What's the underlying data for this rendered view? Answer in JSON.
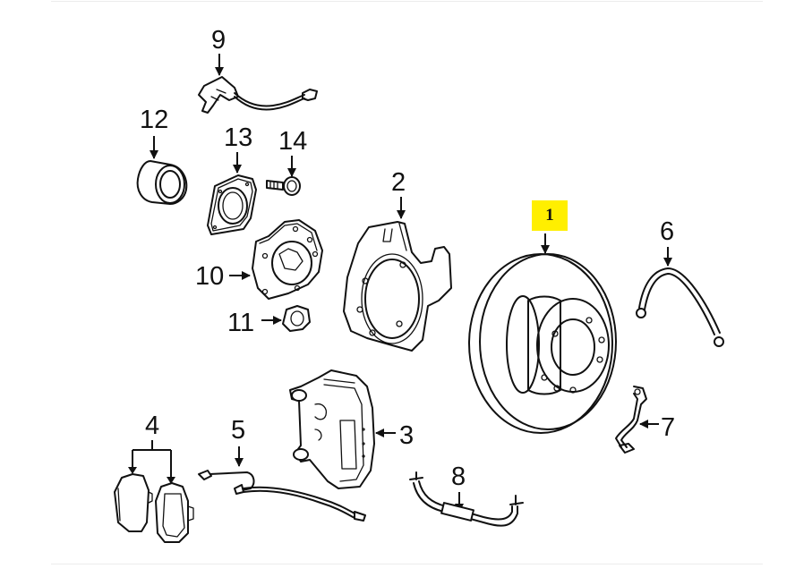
{
  "diagram": {
    "title_hidden": null,
    "highlight_color": "#ffef00",
    "highlighted_part": "1",
    "callouts": {
      "p1": "1",
      "p2": "2",
      "p3": "3",
      "p4": "4",
      "p5": "5",
      "p6": "6",
      "p7": "7",
      "p8": "8",
      "p9": "9",
      "p10": "10",
      "p11": "11",
      "p12": "12",
      "p13": "13",
      "p14": "14"
    },
    "parts": [
      {
        "ref": "1",
        "icon": "brake-rotor-icon"
      },
      {
        "ref": "2",
        "icon": "splash-shield-icon"
      },
      {
        "ref": "3",
        "icon": "brake-caliper-icon"
      },
      {
        "ref": "4",
        "icon": "brake-pads-icon"
      },
      {
        "ref": "5",
        "icon": "pad-wear-sensor-icon"
      },
      {
        "ref": "6",
        "icon": "brake-hose-icon"
      },
      {
        "ref": "7",
        "icon": "brake-line-icon"
      },
      {
        "ref": "8",
        "icon": "crossover-pipe-icon"
      },
      {
        "ref": "9",
        "icon": "abs-sensor-icon"
      },
      {
        "ref": "10",
        "icon": "wheel-hub-icon"
      },
      {
        "ref": "11",
        "icon": "hub-nut-icon"
      },
      {
        "ref": "12",
        "icon": "wheel-bearing-icon"
      },
      {
        "ref": "13",
        "icon": "dust-shield-icon"
      },
      {
        "ref": "14",
        "icon": "bolt-icon"
      }
    ]
  }
}
